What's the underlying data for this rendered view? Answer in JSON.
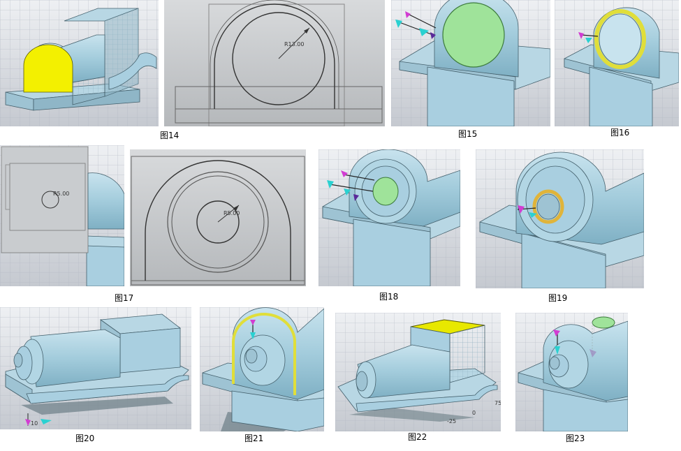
{
  "figures": [
    {
      "id": "14",
      "caption": "图14"
    },
    {
      "id": "15",
      "caption": "图15"
    },
    {
      "id": "16",
      "caption": "图16"
    },
    {
      "id": "17",
      "caption": "图17"
    },
    {
      "id": "18",
      "caption": "图18"
    },
    {
      "id": "19",
      "caption": "图19"
    },
    {
      "id": "20",
      "caption": "图20"
    },
    {
      "id": "21",
      "caption": "图21"
    },
    {
      "id": "22",
      "caption": "图22"
    },
    {
      "id": "23",
      "caption": "图23"
    }
  ],
  "sketch_labels": {
    "fig14_radius": "R13.00",
    "fig17_radius_small": "R5.00",
    "fig17_radius": "R5.00"
  },
  "grid_labels": {
    "fig20_axis": "10",
    "fig22_a": "75",
    "fig22_b": "0",
    "fig22_c": "-25"
  },
  "colors": {
    "body": "#a9cfe0",
    "highlight": "#e8e800",
    "green": "#9fe39a",
    "grid_bg": "#d6d9de",
    "sketch_bg": "#c9cccf"
  }
}
